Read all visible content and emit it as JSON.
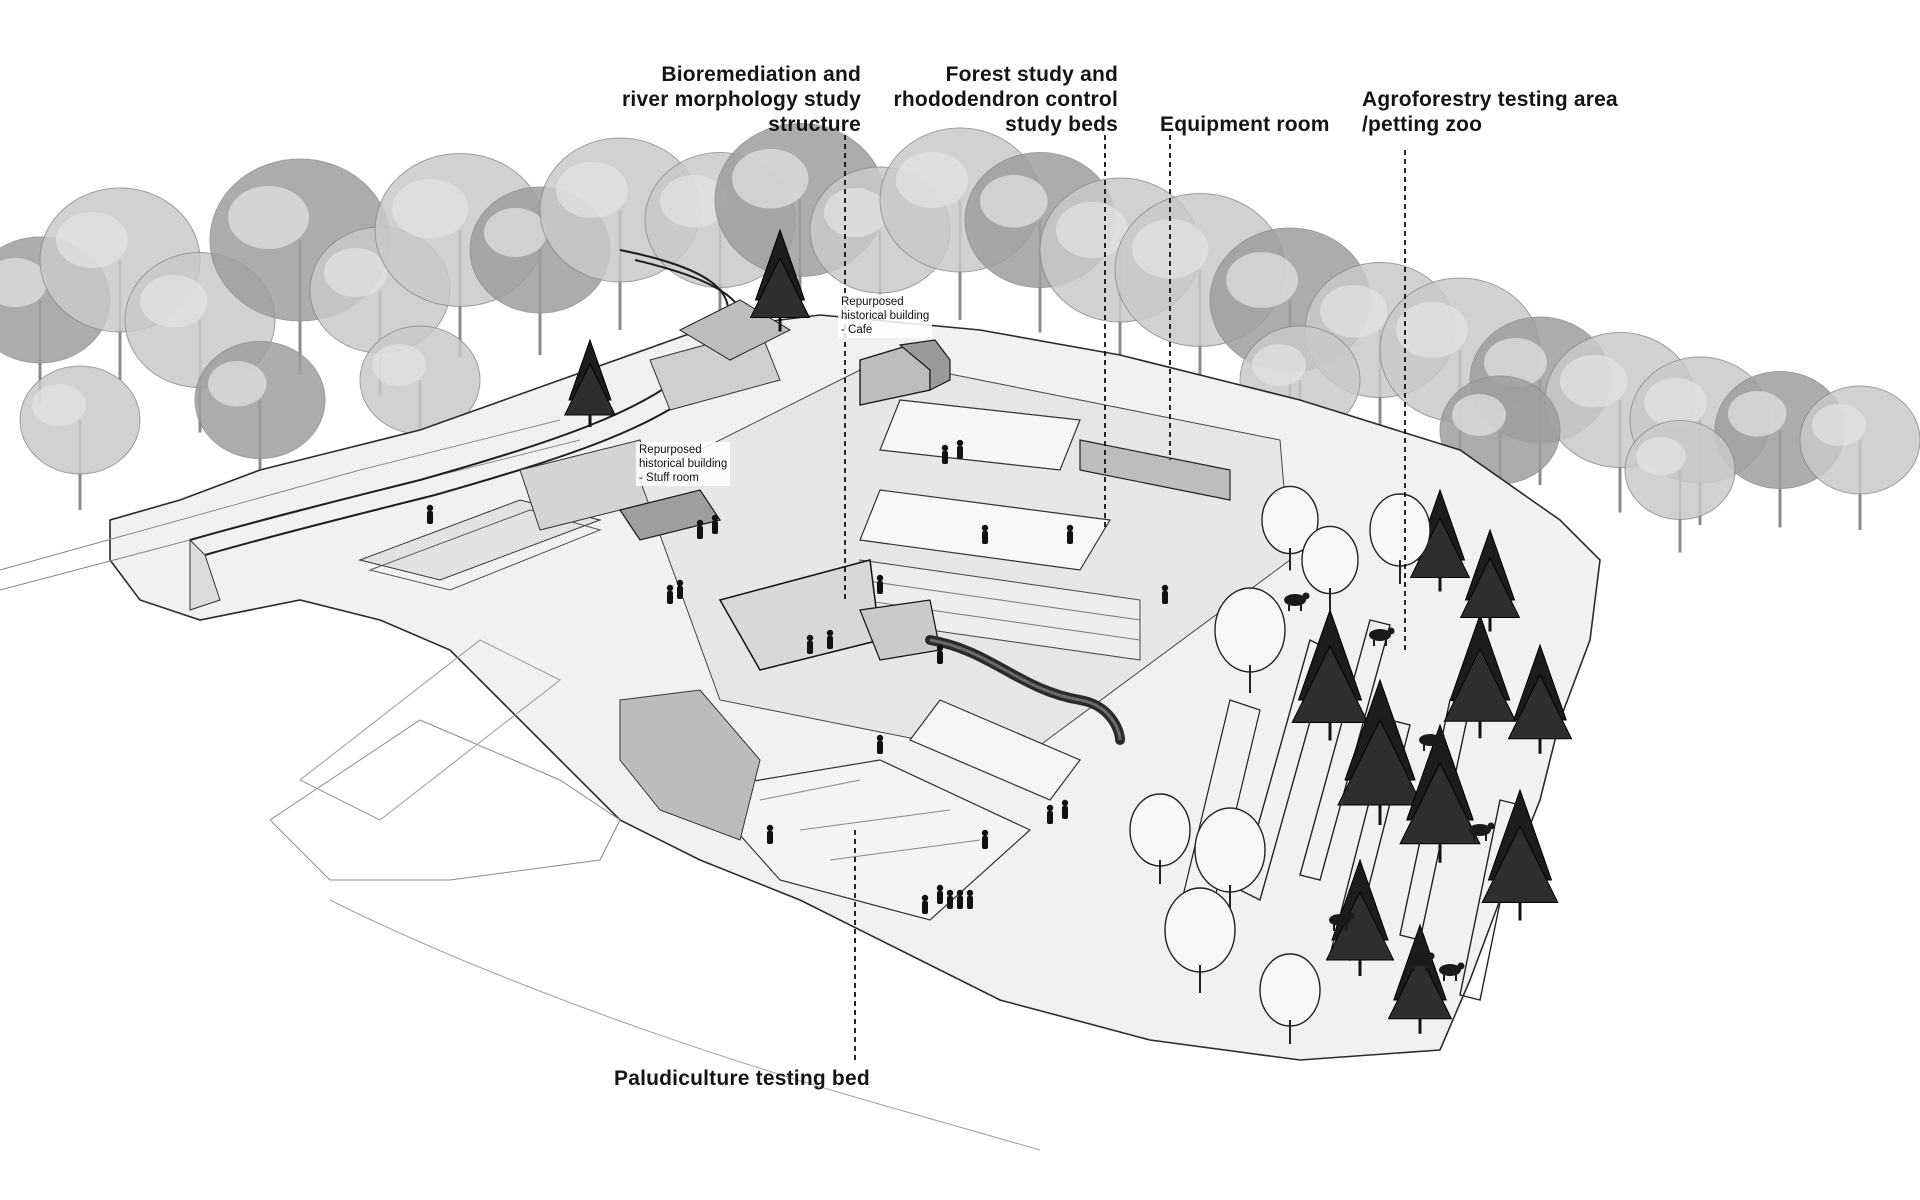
{
  "diagram": {
    "colors": {
      "background": "#ffffff",
      "ink": "#141414",
      "tree_light": "#c9c9c9",
      "tree_mid": "#9e9e9e",
      "tree_dark": "#1c1c1c",
      "ground": "#ebebeb",
      "water": "#2a2a2a"
    },
    "callouts": {
      "bioremediation": [
        "Bioremediation and",
        "river morphology study",
        "structure"
      ],
      "forest_study": [
        "Forest study and",
        "rhododendron control",
        "study beds"
      ],
      "equipment": [
        "Equipment room"
      ],
      "agroforestry": [
        "Agroforestry testing area",
        "/petting zoo"
      ],
      "paludiculture": [
        "Paludiculture testing bed"
      ]
    },
    "labels": {
      "cafe": [
        "Repurposed",
        "historical  building",
        "- Cafe"
      ],
      "stuff_room": [
        "Repurposed",
        "historical  building",
        "- Stuff room"
      ]
    }
  }
}
